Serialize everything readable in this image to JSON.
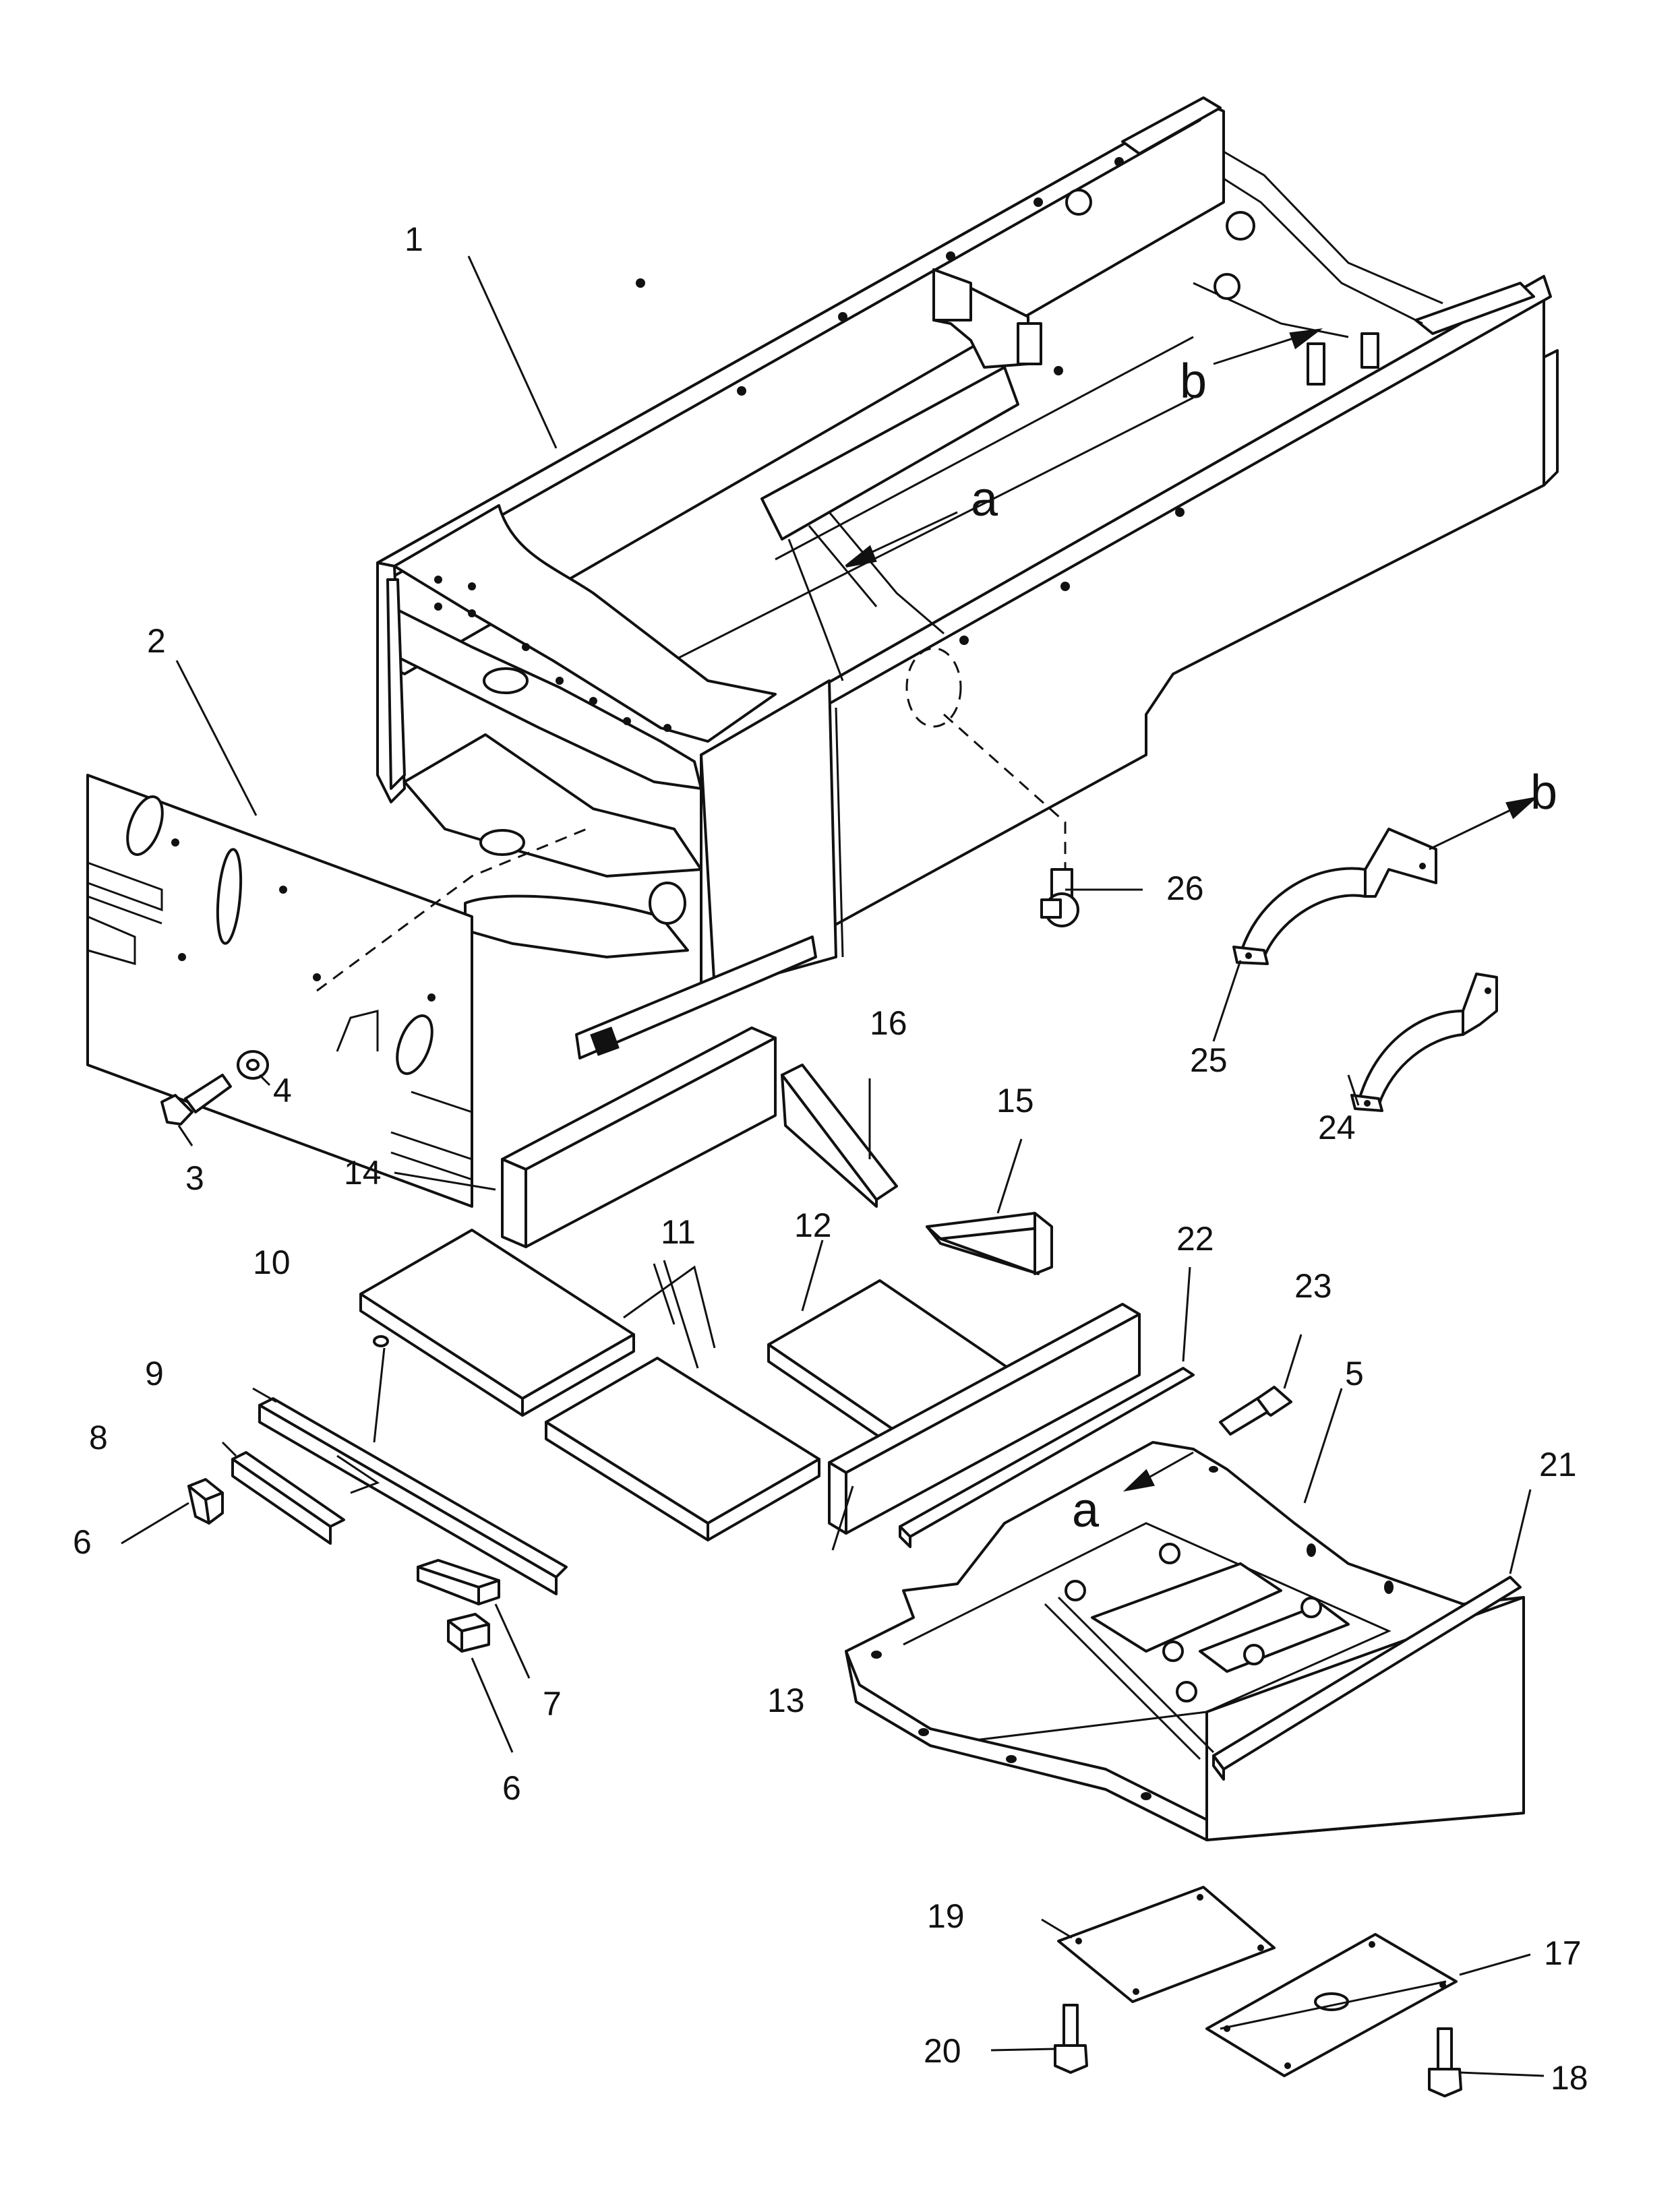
{
  "colors": {
    "line": "#111111",
    "background": "#ffffff"
  },
  "callouts": [
    {
      "id": "p1",
      "text": "1"
    },
    {
      "id": "p2",
      "text": "2"
    },
    {
      "id": "p3",
      "text": "3"
    },
    {
      "id": "p4",
      "text": "4"
    },
    {
      "id": "p5",
      "text": "5"
    },
    {
      "id": "p6a",
      "text": "6"
    },
    {
      "id": "p6b",
      "text": "6"
    },
    {
      "id": "p7",
      "text": "7"
    },
    {
      "id": "p8",
      "text": "8"
    },
    {
      "id": "p9",
      "text": "9"
    },
    {
      "id": "p10",
      "text": "10"
    },
    {
      "id": "p11",
      "text": "11"
    },
    {
      "id": "p12",
      "text": "12"
    },
    {
      "id": "p13",
      "text": "13"
    },
    {
      "id": "p14",
      "text": "14"
    },
    {
      "id": "p15",
      "text": "15"
    },
    {
      "id": "p16",
      "text": "16"
    },
    {
      "id": "p17",
      "text": "17"
    },
    {
      "id": "p18",
      "text": "18"
    },
    {
      "id": "p19",
      "text": "19"
    },
    {
      "id": "p20",
      "text": "20"
    },
    {
      "id": "p21",
      "text": "21"
    },
    {
      "id": "p22",
      "text": "22"
    },
    {
      "id": "p23",
      "text": "23"
    },
    {
      "id": "p24",
      "text": "24"
    },
    {
      "id": "p25",
      "text": "25"
    },
    {
      "id": "p26",
      "text": "26"
    }
  ],
  "references": [
    {
      "id": "ref-a-frame",
      "text": "a"
    },
    {
      "id": "ref-b-frame",
      "text": "b"
    },
    {
      "id": "ref-b-clamp",
      "text": "b"
    },
    {
      "id": "ref-a-cover",
      "text": "a"
    }
  ]
}
